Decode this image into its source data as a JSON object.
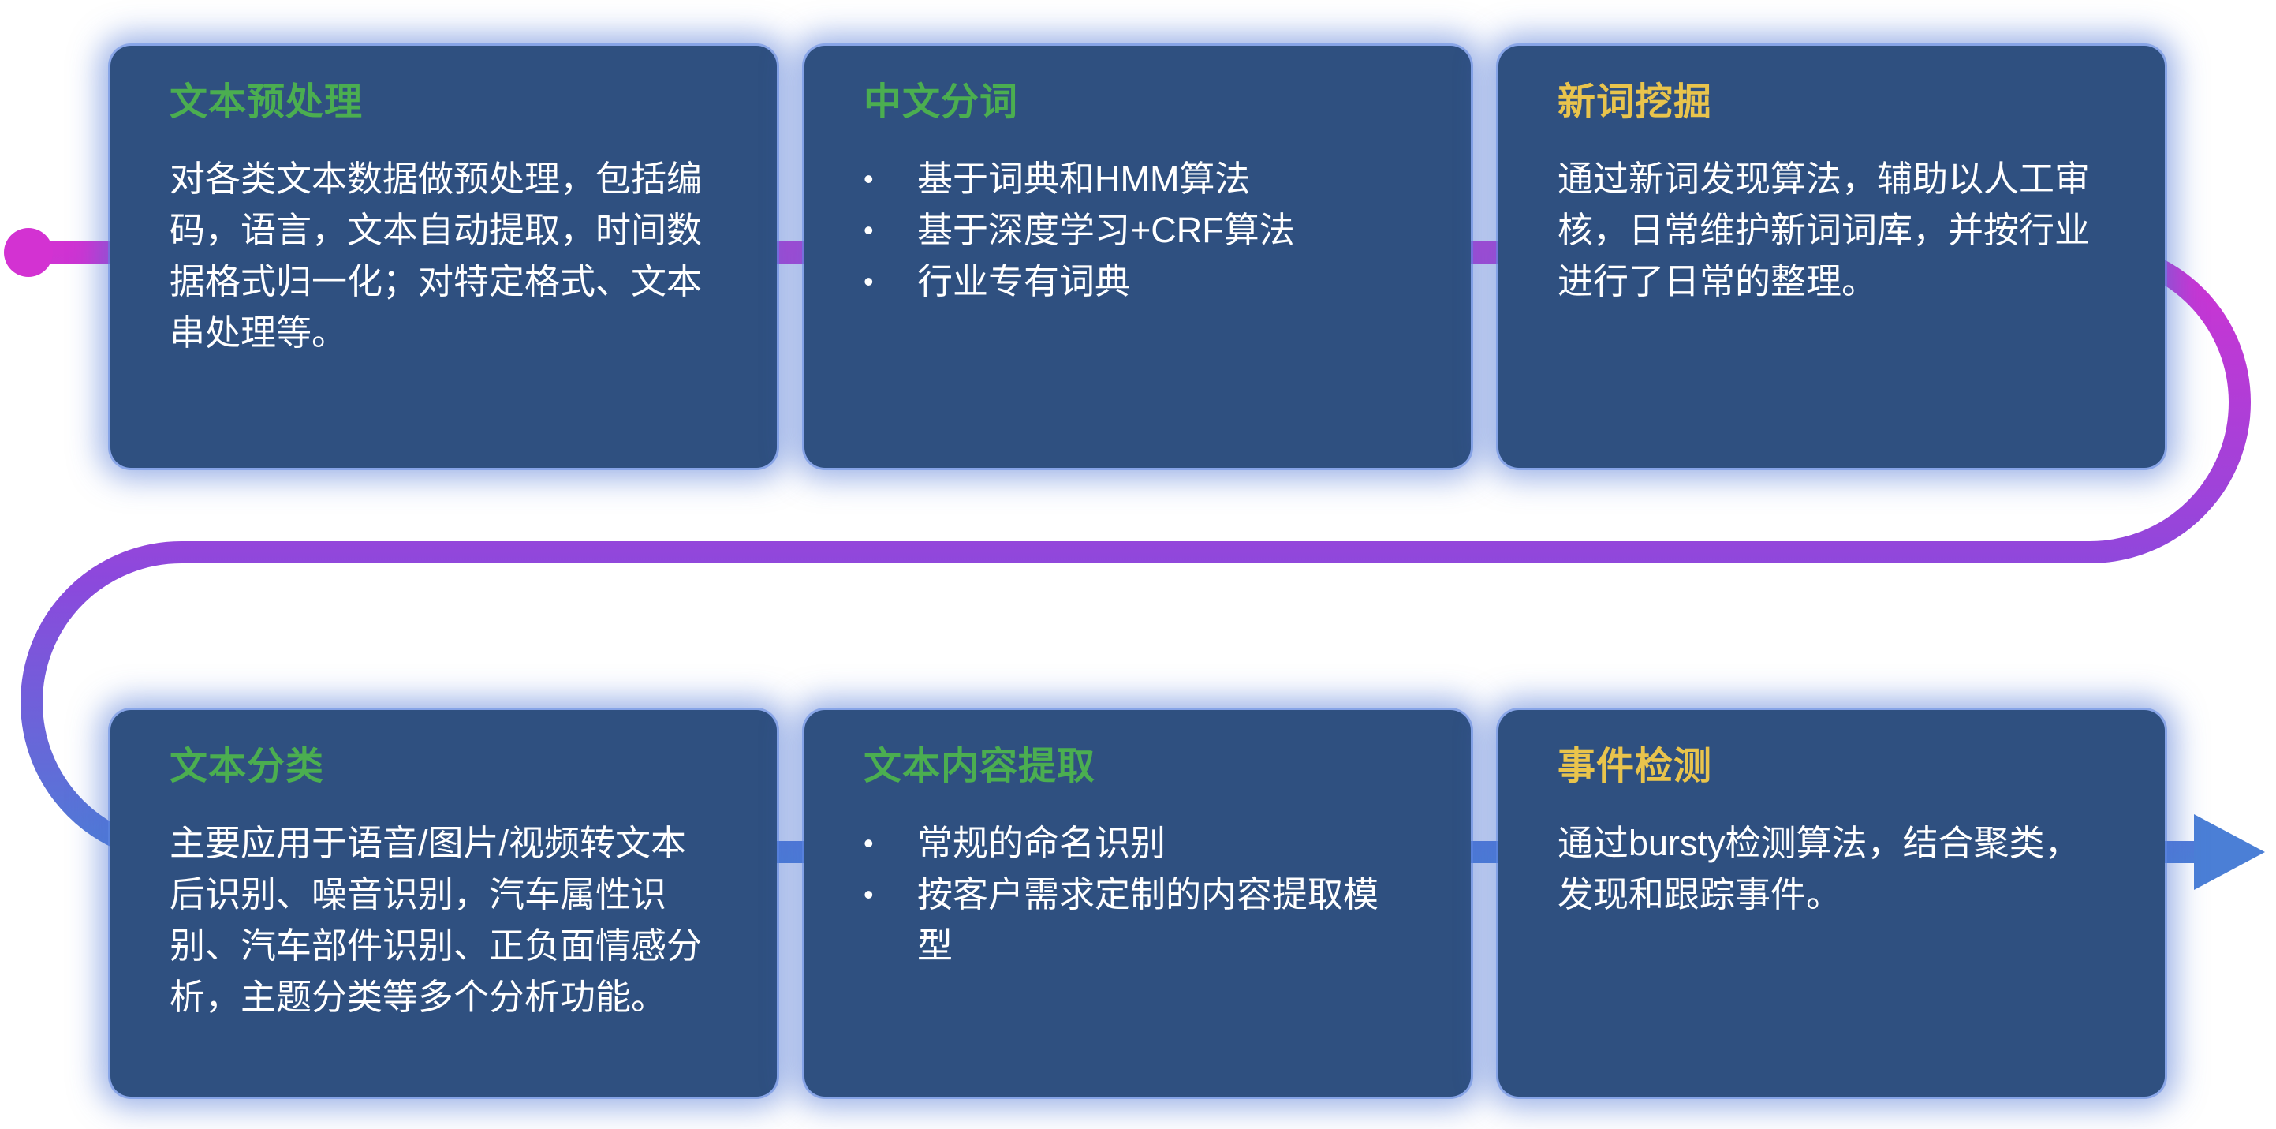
{
  "colors": {
    "card_bg": "#2f5080",
    "card_glow": "#4a73d4",
    "title_green": "#4bae50",
    "title_yellow": "#e9c44c",
    "body_text": "#ffffff",
    "flow_start": "#d332d2",
    "flow_mid": "#8b49dc",
    "flow_end": "#4b7fd6",
    "page_bg": "#ffffff"
  },
  "glyphs": {
    "bullet": "•"
  },
  "cards": [
    {
      "title": "文本预处理",
      "accent": "green",
      "body": "对各类文本数据做预处理，包括编码，语言，文本自动提取，时间数据格式归一化；对特定格式、文本串处理等。"
    },
    {
      "title": "中文分词",
      "accent": "green",
      "bullets": [
        "基于词典和HMM算法",
        "基于深度学习+CRF算法",
        "行业专有词典"
      ]
    },
    {
      "title": "新词挖掘",
      "accent": "yellow",
      "body": "通过新词发现算法，辅助以人工审核，日常维护新词词库，并按行业进行了日常的整理。"
    },
    {
      "title": "文本分类",
      "accent": "green",
      "body": "主要应用于语音/图片/视频转文本后识别、噪音识别，汽车属性识别、汽车部件识别、正负面情感分析，主题分类等多个分析功能。"
    },
    {
      "title": "文本内容提取",
      "accent": "green",
      "bullets": [
        "常规的命名识别",
        "按客户需求定制的内容提取模型"
      ]
    },
    {
      "title": "事件检测",
      "accent": "yellow",
      "body": "通过bursty检测算法，结合聚类，发现和跟踪事件。"
    }
  ]
}
